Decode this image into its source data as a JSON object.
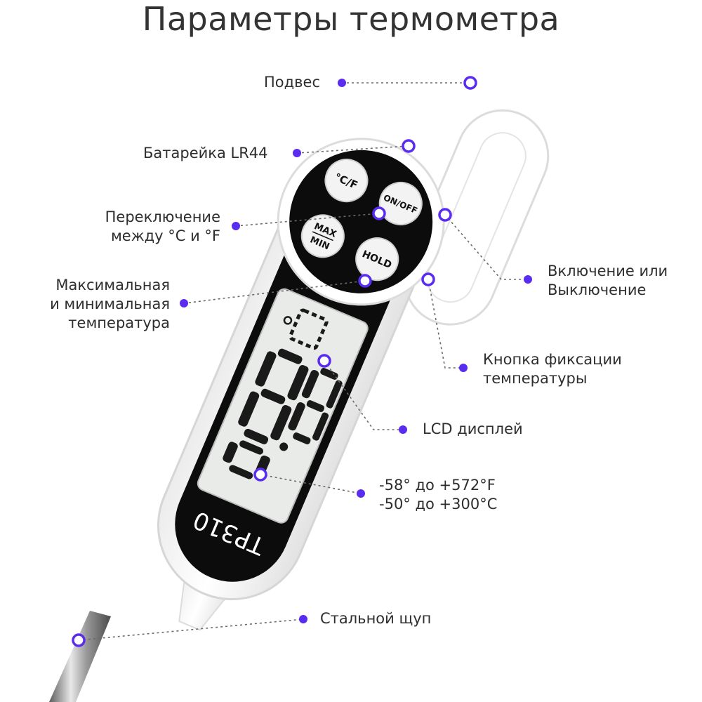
{
  "title": "Параметры термометра",
  "device": {
    "model": "TP310",
    "buttons": {
      "unit_switch": "°C/F",
      "power": "ON/OFF",
      "max": "MAX",
      "min": "MIN",
      "hold": "HOLD"
    }
  },
  "labels": {
    "hanger": "Подвес",
    "battery": "Батарейка LR44",
    "unit_switch": "Переключение\nмежду °C и °F",
    "max_min": "Максимальная\nи минимальная\nтемпература",
    "power": "Включение или\nВыключение",
    "hold": "Кнопка фиксации\nтемпературы",
    "lcd": "LCD дисплей",
    "range": "-58° до +572°F\n-50° до +300°C",
    "probe": "Стальной щуп"
  },
  "colors": {
    "accent": "#5a2cf0",
    "body": "#ffffff",
    "panel": "#0c0c0c",
    "lcd": "#e9ebe8"
  }
}
